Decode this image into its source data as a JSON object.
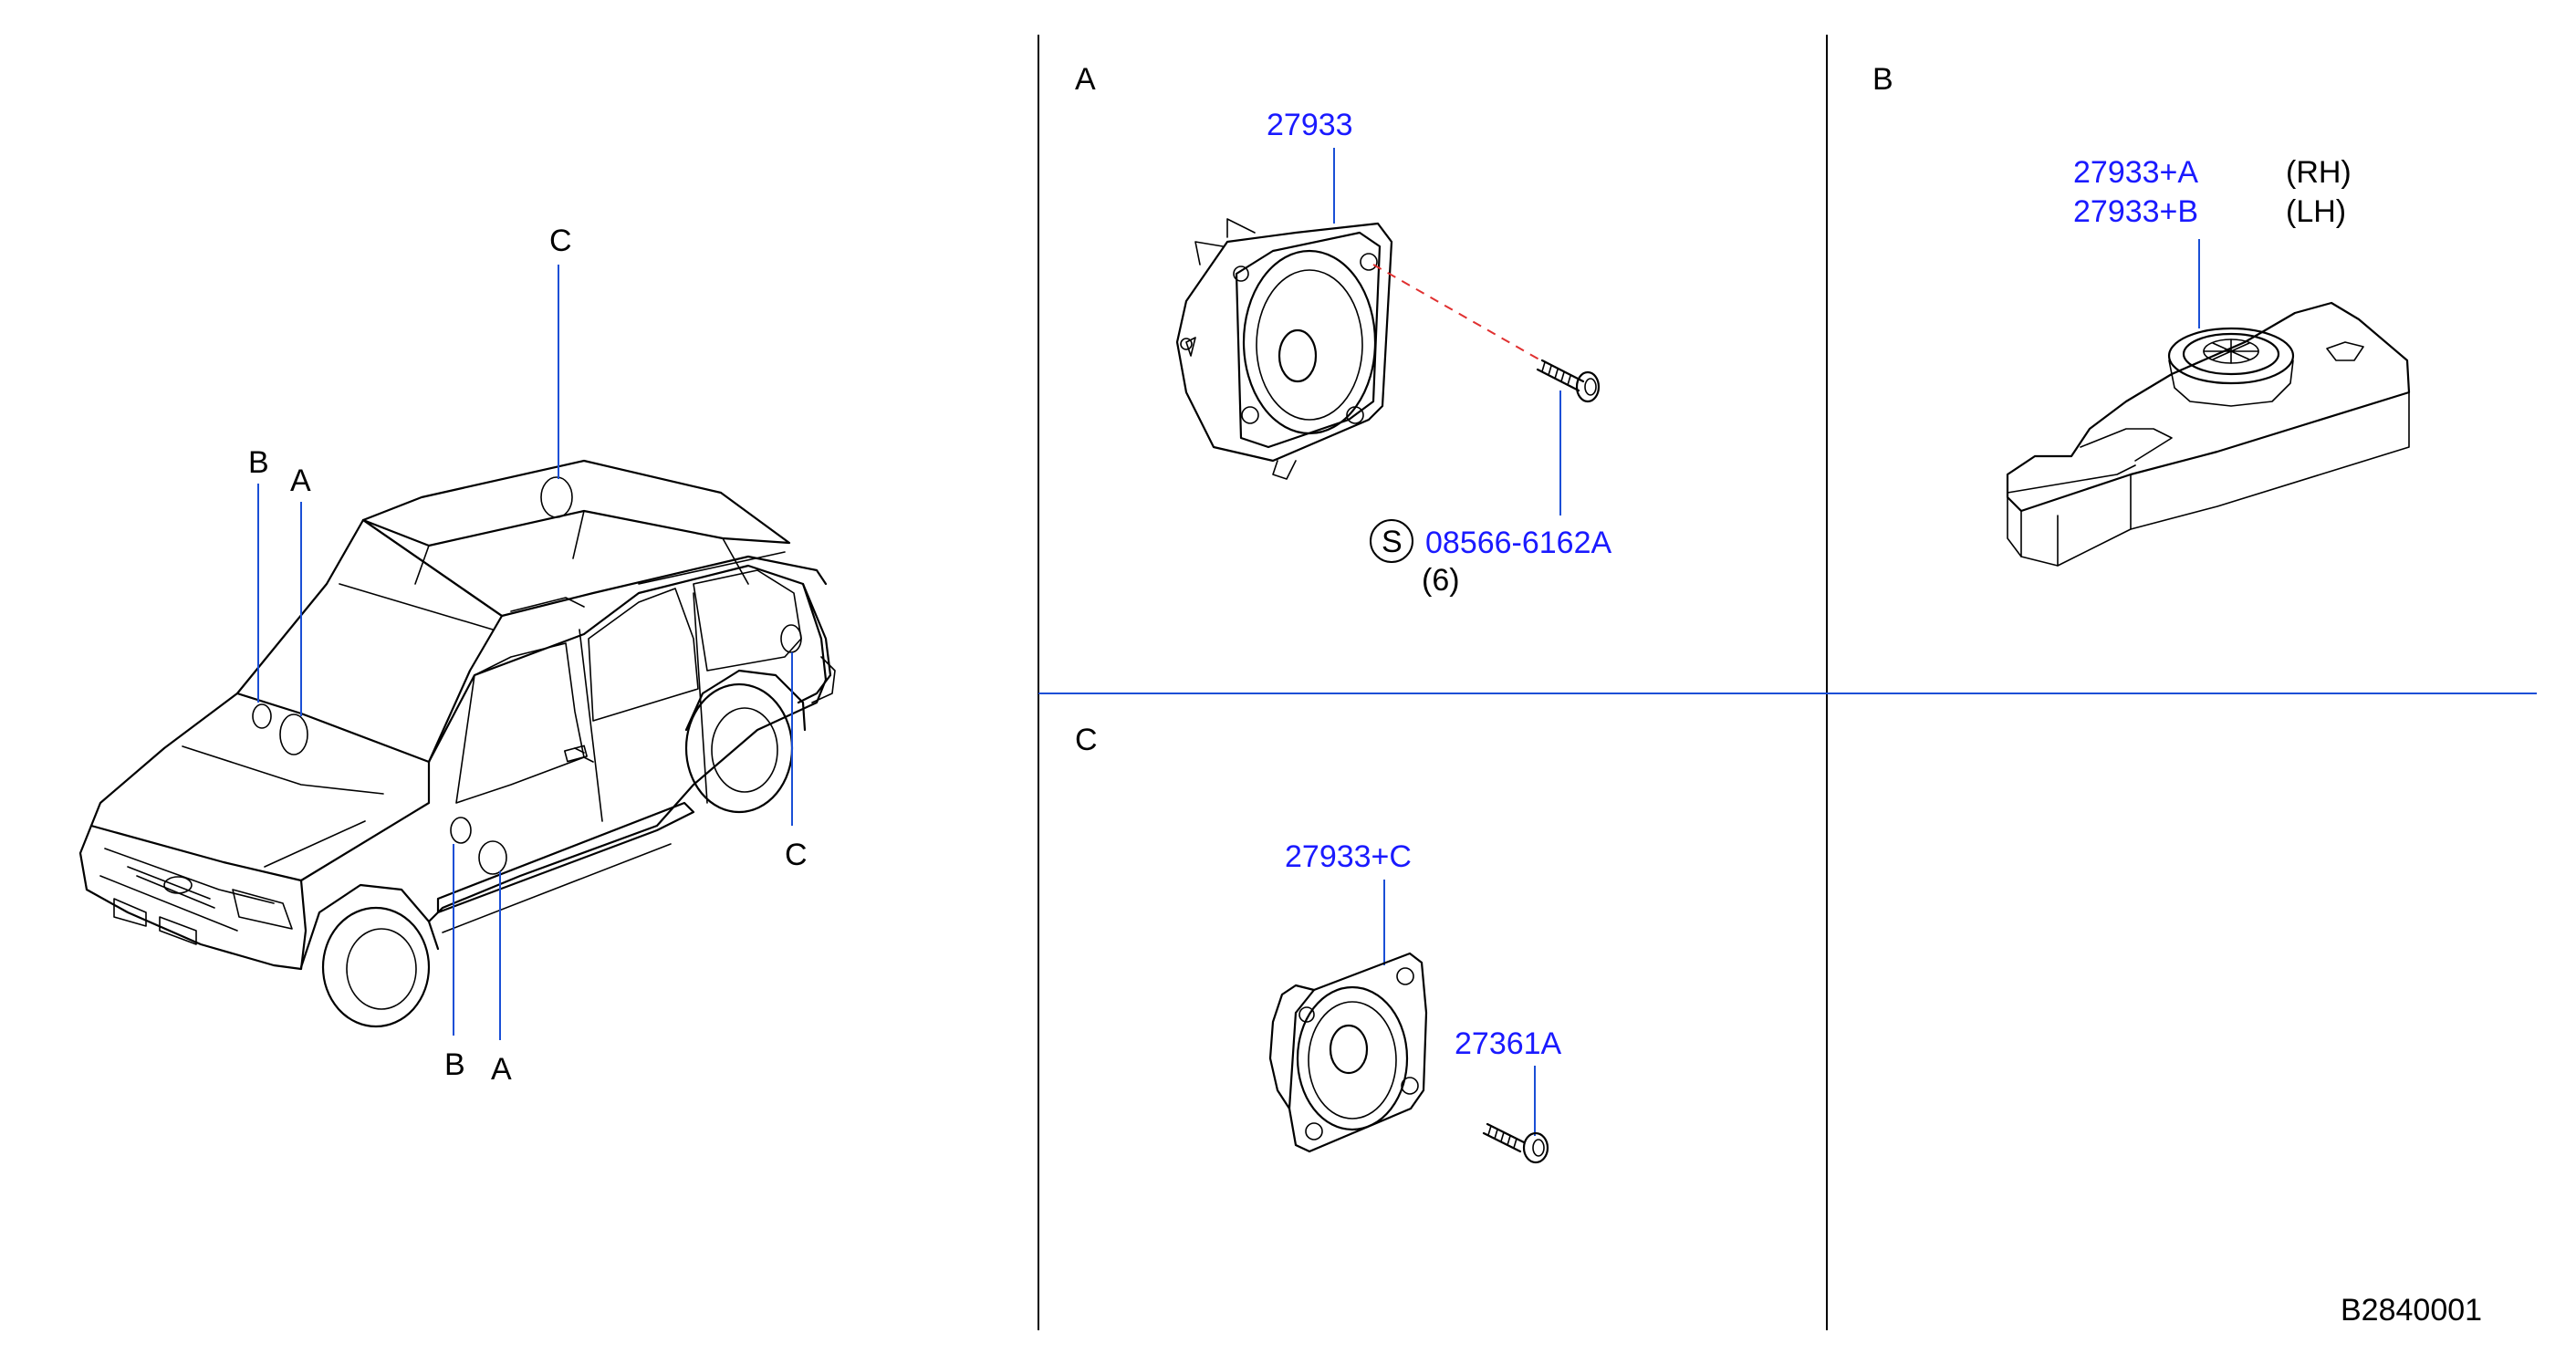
{
  "diagram_code": "B2840001",
  "main_view": {
    "callouts": [
      "C",
      "B",
      "A",
      "C",
      "B",
      "A"
    ]
  },
  "panels": {
    "A": {
      "letter": "A",
      "speaker_part": "27933",
      "screw_part": "08566-6162A",
      "screw_symbol": "S",
      "screw_qty": "(6)"
    },
    "B": {
      "letter": "B",
      "parts": [
        {
          "number": "27933+A",
          "side": "(RH)"
        },
        {
          "number": "27933+B",
          "side": "(LH)"
        }
      ]
    },
    "C": {
      "letter": "C",
      "speaker_part": "27933+C",
      "screw_part": "27361A"
    }
  },
  "colors": {
    "part_number": "#1a1aff",
    "leader": "#1a4fd6",
    "dashed_guide": "#e03030",
    "line_art": "#000000"
  }
}
